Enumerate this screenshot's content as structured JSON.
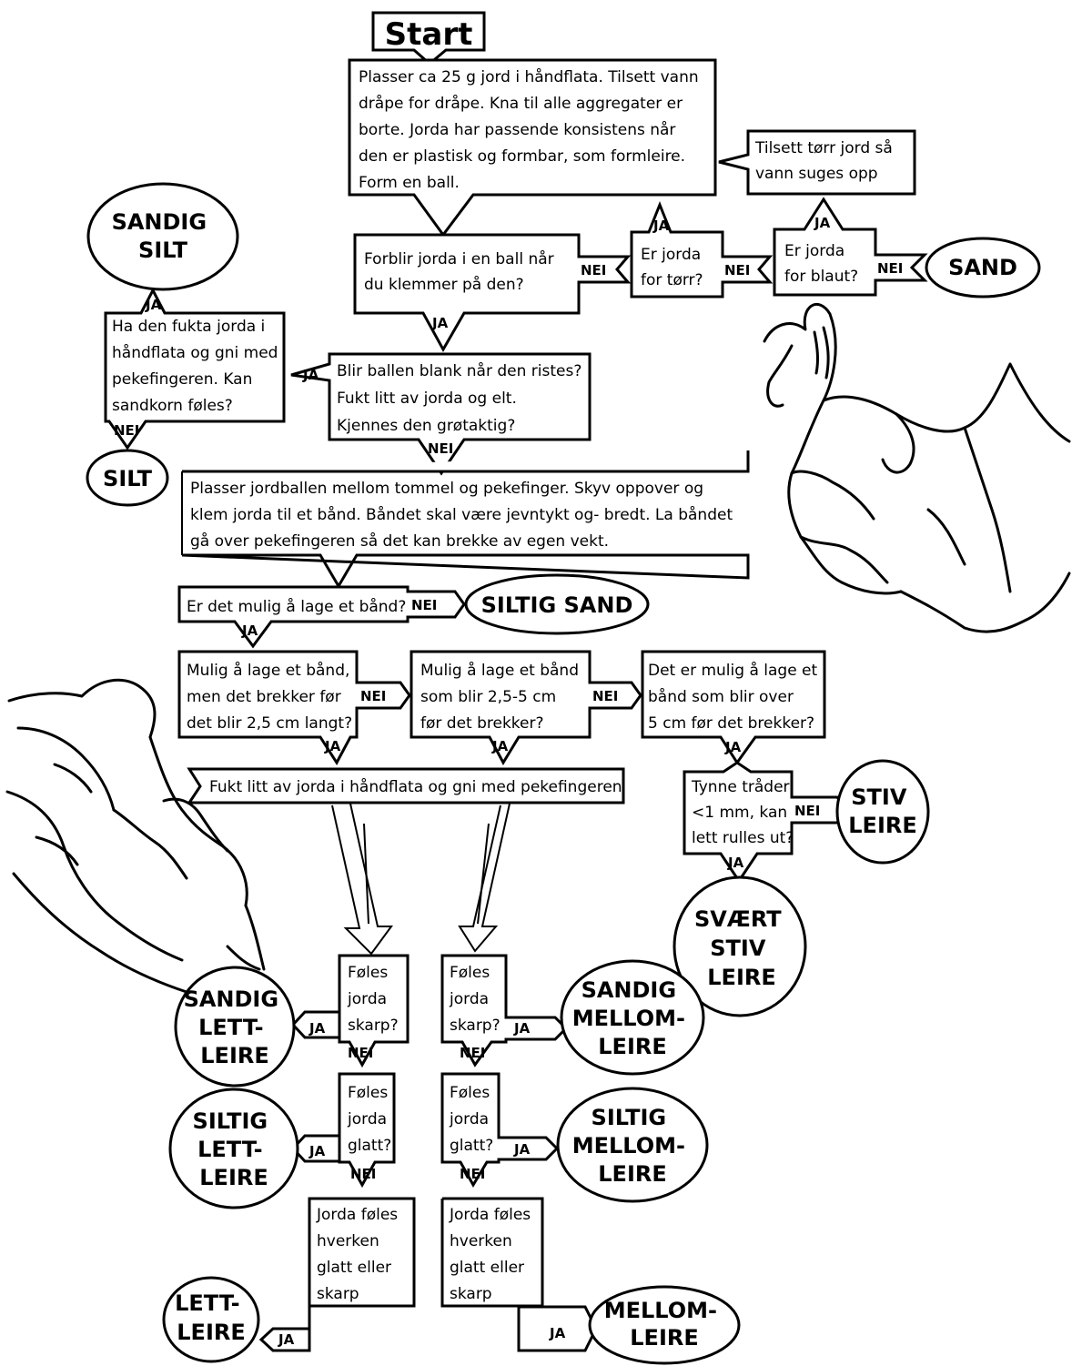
{
  "start": "Start",
  "intro": [
    "Plasser ca 25 g jord i håndflata.  Tilsett vann",
    "dråpe for dråpe.  Kna til alle aggregater er",
    "borte.  Jorda har passende konsistens når",
    "den er plastisk og formbar, som formleire.",
    "Form en ball."
  ],
  "add_dry": [
    "Tilsett tørr jord så",
    "vann suges opp"
  ],
  "q_ball": [
    "Forblir jorda i en ball når",
    "du klemmer på den?"
  ],
  "q_dry": [
    "Er jorda",
    "for tørr?"
  ],
  "q_wet": [
    "Er jorda",
    "for blaut?"
  ],
  "q_shiny": [
    "Blir ballen blank når den ristes?",
    "Fukt litt av jorda og elt.",
    "Kjennes den grøtaktig?"
  ],
  "q_sandgrain": [
    "Ha den fukta jorda i",
    "håndflata og gni med",
    "pekefingeren.  Kan",
    "sandkorn føles?"
  ],
  "ribbon_instr": [
    "Plasser jordballen mellom tommel og pekefinger.  Skyv oppover og",
    "klem jorda til et bånd.  Båndet skal være jevntykt og- bredt.  La båndet",
    "gå over pekefingeren så det kan brekke av egen vekt."
  ],
  "q_ribbon": "Er det mulig å lage et bånd?",
  "q_r1": [
    "Mulig å lage et bånd,",
    "men det brekker før",
    "det blir 2,5 cm langt?"
  ],
  "q_r2": [
    "Mulig å lage et bånd",
    "som blir 2,5-5 cm",
    "før det brekker?"
  ],
  "q_r3": [
    "Det er mulig å lage et",
    "bånd som blir over",
    "5 cm før det brekker?"
  ],
  "rub": "Fukt litt av jorda i håndflata og gni med pekefingeren",
  "q_thread": [
    "Tynne tråder,",
    "<1 mm, kan",
    "lett rulles ut?"
  ],
  "q_sharp": [
    "Føles",
    "jorda",
    "skarp?"
  ],
  "q_smooth": [
    "Føles",
    "jorda",
    "glatt?"
  ],
  "neither": [
    "Jorda føles",
    "hverken",
    "glatt eller",
    "skarp"
  ],
  "res": {
    "sandig_silt": [
      "SANDIG",
      "SILT"
    ],
    "silt": "SILT",
    "sand": "SAND",
    "siltig_sand": "SILTIG SAND",
    "stiv_leire": [
      "STIV",
      "LEIRE"
    ],
    "svaert_stiv": [
      "SVÆRT",
      "STIV",
      "LEIRE"
    ],
    "sandig_lett": [
      "SANDIG",
      "LETT-",
      "LEIRE"
    ],
    "siltig_lett": [
      "SILTIG",
      "LETT-",
      "LEIRE"
    ],
    "lett": [
      "LETT-",
      "LEIRE"
    ],
    "sandig_mellom": [
      "SANDIG",
      "MELLOM-",
      "LEIRE"
    ],
    "siltig_mellom": [
      "SILTIG",
      "MELLOM-",
      "LEIRE"
    ],
    "mellom": [
      "MELLOM-",
      "LEIRE"
    ]
  },
  "ja": "JA",
  "nei": "NEI"
}
